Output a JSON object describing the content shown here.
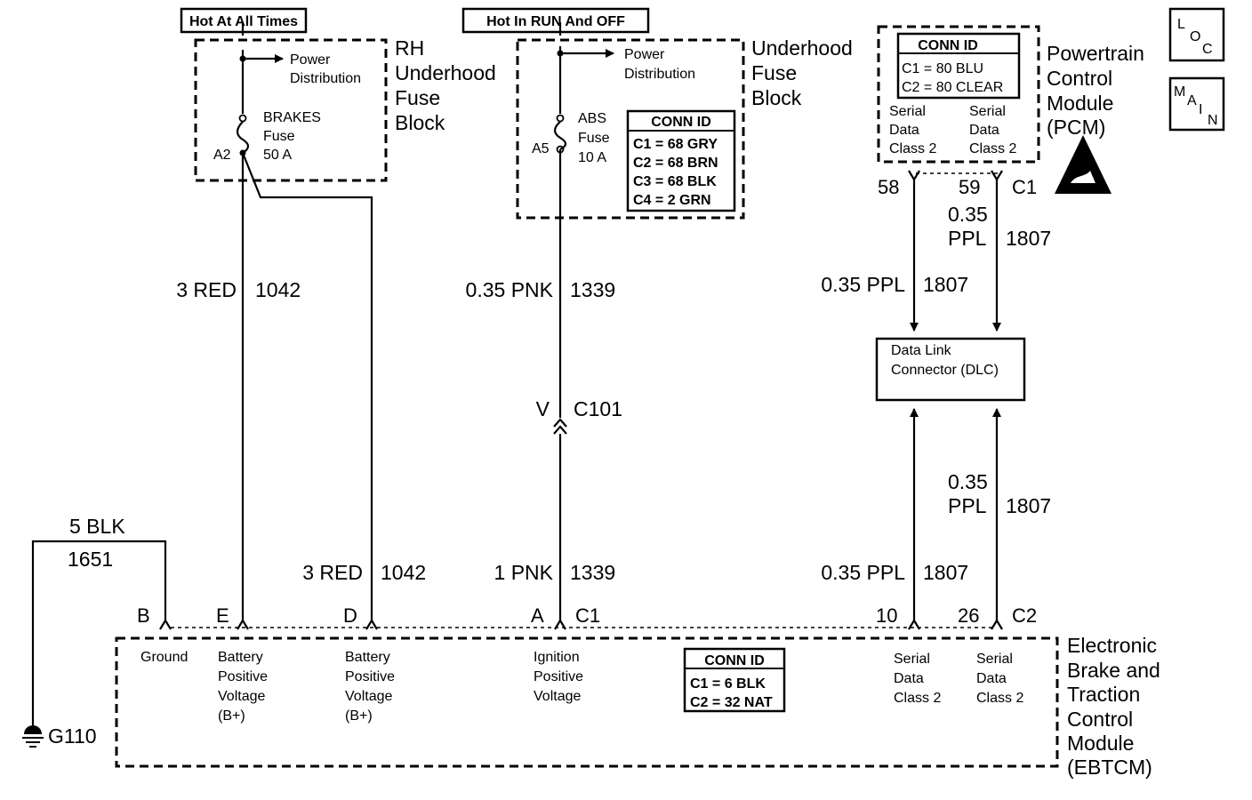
{
  "hot_labels": {
    "always": "Hot At All Times",
    "run_off": "Hot In RUN And OFF"
  },
  "rh_block": {
    "title": [
      "RH",
      "Underhood",
      "Fuse",
      "Block"
    ],
    "power_dist": [
      "Power",
      "Distribution"
    ],
    "fuse": [
      "BRAKES",
      "Fuse",
      "50 A"
    ],
    "pin": "A2"
  },
  "uh_block": {
    "title": [
      "Underhood",
      "Fuse",
      "Block"
    ],
    "power_dist": [
      "Power",
      "Distribution"
    ],
    "fuse": [
      "ABS",
      "Fuse",
      "10 A"
    ],
    "pin": "A5",
    "conn_title": "CONN ID",
    "conn": [
      "C1 = 68 GRY",
      "C2 = 68 BRN",
      "C3 = 68 BLK",
      "C4 = 2 GRN"
    ]
  },
  "pcm": {
    "title": [
      "Powertrain",
      "Control",
      "Module",
      "(PCM)"
    ],
    "conn_title": "CONN ID",
    "conn": [
      "C1 = 80 BLU",
      "C2 = 80 CLEAR"
    ],
    "serial_left": [
      "Serial",
      "Data",
      "Class 2"
    ],
    "serial_right": [
      "Serial",
      "Data",
      "Class 2"
    ],
    "pin_left": "58",
    "pin_right": "59",
    "connector": "C1"
  },
  "icons": {
    "loc": [
      "L",
      "O",
      "C"
    ],
    "main": [
      "M",
      "A",
      "I",
      "N"
    ]
  },
  "wires": {
    "w1_color": "3 RED",
    "w1_circuit": "1042",
    "w2_color": "0.35 PNK",
    "w2_circuit": "1339",
    "c101_pin": "V",
    "c101": "C101",
    "w3_color": "3 RED",
    "w3_circuit": "1042",
    "w4_color": "1 PNK",
    "w4_circuit": "1339",
    "pcm_left_color": "0.35 PPL",
    "pcm_left_circuit": "1807",
    "pcm_right_color": [
      "0.35",
      "PPL"
    ],
    "pcm_right_circuit": "1807",
    "eb_left_color": "0.35 PPL",
    "eb_left_circuit": "1807",
    "eb_right_color": [
      "0.35",
      "PPL"
    ],
    "eb_right_circuit": "1807",
    "ground_color": "5 BLK",
    "ground_circuit": "1651",
    "ground_name": "G110"
  },
  "dlc": [
    "Data Link",
    "Connector (DLC)"
  ],
  "ebtcm": {
    "title": [
      "Electronic",
      "Brake and",
      "Traction",
      "Control",
      "Module",
      "(EBTCM)"
    ],
    "pins": {
      "b": "B",
      "e": "E",
      "d": "D",
      "a": "A",
      "c1": "C1",
      "p10": "10",
      "p26": "26",
      "c2": "C2"
    },
    "ground": "Ground",
    "bat1": [
      "Battery",
      "Positive",
      "Voltage",
      "(B+)"
    ],
    "bat2": [
      "Battery",
      "Positive",
      "Voltage",
      "(B+)"
    ],
    "ign": [
      "Ignition",
      "Positive",
      "Voltage"
    ],
    "serial_left": [
      "Serial",
      "Data",
      "Class 2"
    ],
    "serial_right": [
      "Serial",
      "Data",
      "Class 2"
    ],
    "conn_title": "CONN ID",
    "conn": [
      "C1 = 6 BLK",
      "C2 = 32 NAT"
    ]
  }
}
